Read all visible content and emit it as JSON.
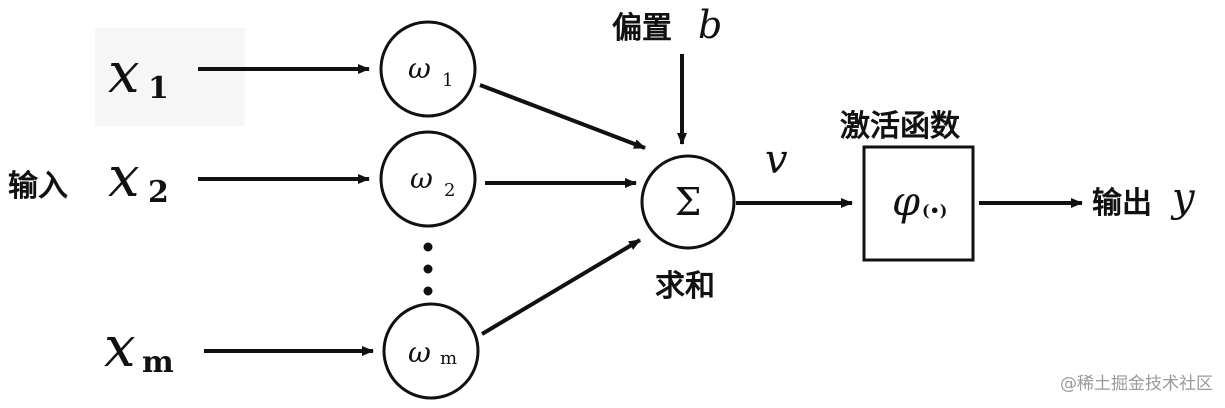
{
  "diagram": {
    "inputs": [
      {
        "symbol": "x",
        "subscript": "1"
      },
      {
        "symbol": "x",
        "subscript": "2"
      },
      {
        "symbol": "x",
        "subscript": "m"
      }
    ],
    "input_label": "输入",
    "weights": [
      {
        "symbol": "ω",
        "subscript": "1"
      },
      {
        "symbol": "ω",
        "subscript": "2"
      },
      {
        "symbol": "ω",
        "subscript": "m"
      }
    ],
    "ellipsis": "⋮",
    "bias": {
      "label": "偏置",
      "symbol": "b"
    },
    "sum": {
      "symbol": "Σ",
      "label": "求和"
    },
    "net": {
      "symbol": "v"
    },
    "activation": {
      "title": "激活函数",
      "symbol": "φ",
      "arg": "(•)"
    },
    "output": {
      "label": "输出",
      "symbol": "y"
    }
  },
  "watermark": "@稀土掘金技术社区",
  "colors": {
    "stroke": "#111111",
    "text": "#111111",
    "watermark": "#9a9a9a"
  }
}
